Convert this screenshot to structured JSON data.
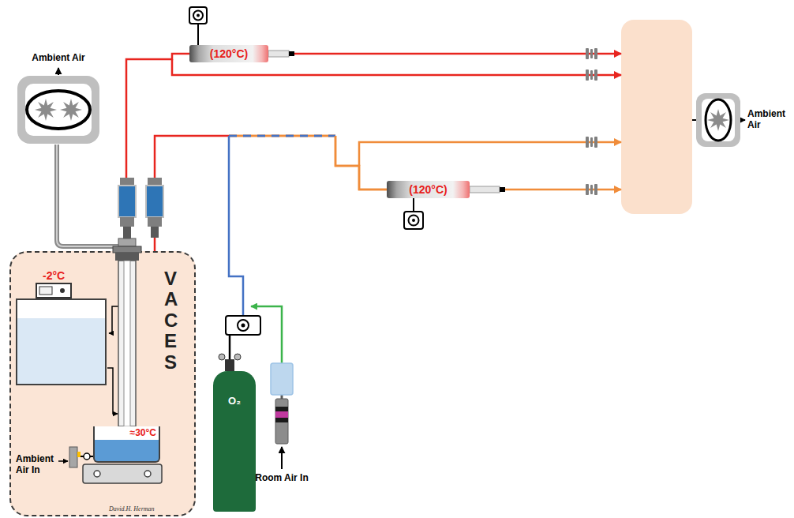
{
  "diagram": {
    "nodes": [
      {
        "text": [
          "VACES"
        ]
      },
      {
        "text": [
          "-2°C"
        ],
        "in": 0
      },
      {
        "text": [
          "≈30°C"
        ],
        "in": 0
      },
      {
        "text": [
          "(120°C)"
        ]
      },
      {
        "text": [
          "(120°C)"
        ]
      },
      {
        "text": [
          "O₂"
        ]
      }
    ],
    "edges": [
      {
        "from": 0,
        "to": 3,
        "arrow": "none"
      },
      {
        "from": 0,
        "to": 4,
        "arrow": "none"
      },
      {
        "from": 5,
        "to": 4,
        "arrow": "none"
      }
    ],
    "labels": [
      "Ambient Air",
      "Ambient Air",
      "Ambient Air In",
      "Room Air In",
      "David.H. Herman"
    ]
  }
}
